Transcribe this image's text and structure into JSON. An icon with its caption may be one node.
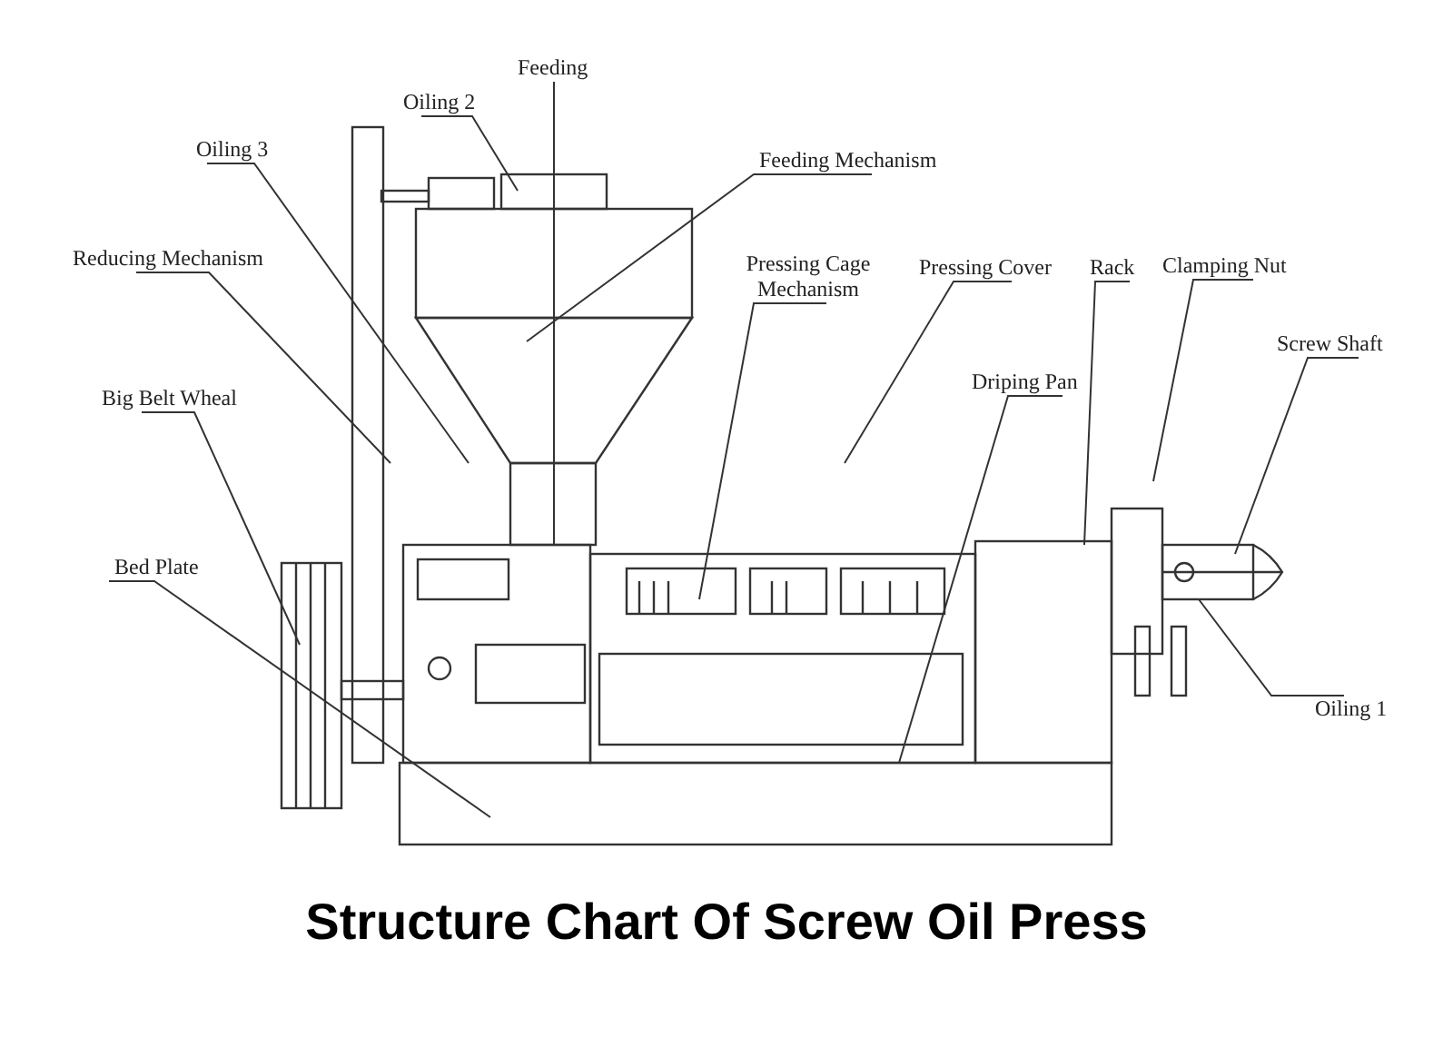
{
  "diagram": {
    "title": "Structure Chart Of Screw Oil Press",
    "nodes": [
      {
        "text": [
          "Feeding"
        ]
      },
      {
        "text": [
          "Oiling 2"
        ]
      },
      {
        "text": [
          "Feeding Mechanism"
        ]
      },
      {
        "text": [
          "Oiling 3"
        ]
      },
      {
        "text": [
          "Reducing Mechanism"
        ]
      },
      {
        "text": [
          "Big Belt Wheal"
        ]
      },
      {
        "text": [
          "Bed Plate"
        ]
      },
      {
        "text": [
          "Pressing Cage Mechanism"
        ]
      },
      {
        "text": [
          "Pressing Cover"
        ]
      },
      {
        "text": [
          "Rack"
        ]
      },
      {
        "text": [
          "Clamping Nut"
        ]
      },
      {
        "text": [
          "Screw Shaft"
        ]
      },
      {
        "text": [
          "Driping Pan"
        ]
      },
      {
        "text": [
          "Oiling 1"
        ]
      }
    ],
    "edges": [
      {
        "from": 0,
        "to": null,
        "arrow": "none"
      },
      {
        "from": 1,
        "to": null,
        "arrow": "none"
      },
      {
        "from": 2,
        "to": null,
        "arrow": "none"
      },
      {
        "from": 3,
        "to": null,
        "arrow": "none"
      },
      {
        "from": 4,
        "to": null,
        "arrow": "none"
      },
      {
        "from": 5,
        "to": null,
        "arrow": "none"
      },
      {
        "from": 6,
        "to": null,
        "arrow": "none"
      },
      {
        "from": 7,
        "to": null,
        "arrow": "none"
      },
      {
        "from": 8,
        "to": null,
        "arrow": "none"
      },
      {
        "from": 9,
        "to": null,
        "arrow": "none"
      },
      {
        "from": 10,
        "to": null,
        "arrow": "none"
      },
      {
        "from": 11,
        "to": null,
        "arrow": "none"
      },
      {
        "from": 12,
        "to": null,
        "arrow": "none"
      },
      {
        "from": 13,
        "to": null,
        "arrow": "none"
      }
    ]
  }
}
